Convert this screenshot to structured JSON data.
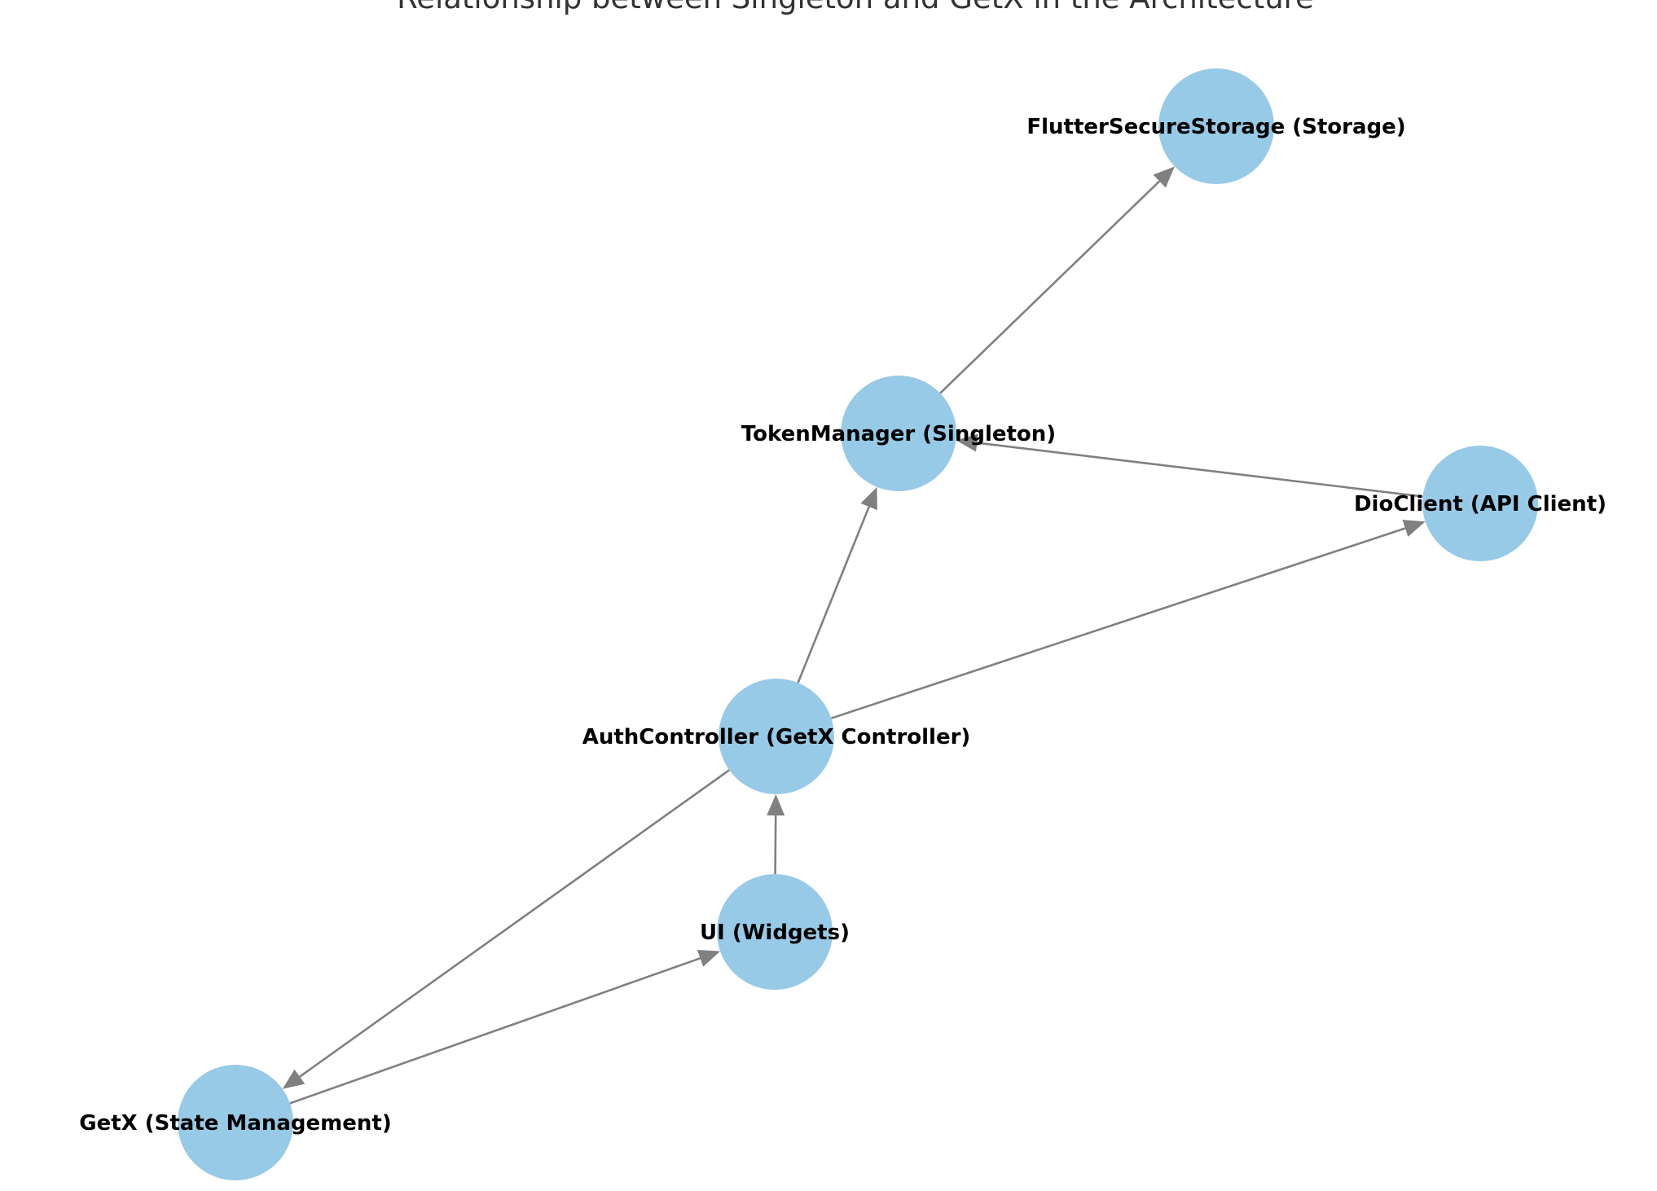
{
  "diagram": {
    "title": "Relationship between Singleton and GetX in the Architecture",
    "colors": {
      "node_fill": "#97cae6",
      "edge": "#808080",
      "label": "#000000",
      "title": "#333333"
    },
    "nodes": [
      {
        "id": "storage",
        "label": "FlutterSecureStorage (Storage)"
      },
      {
        "id": "token",
        "label": "TokenManager (Singleton)"
      },
      {
        "id": "dio",
        "label": "DioClient (API Client)"
      },
      {
        "id": "auth",
        "label": "AuthController (GetX Controller)"
      },
      {
        "id": "ui",
        "label": "UI (Widgets)"
      },
      {
        "id": "getx",
        "label": "GetX (State Management)"
      }
    ],
    "edges": [
      {
        "from": "token",
        "to": "storage"
      },
      {
        "from": "dio",
        "to": "token"
      },
      {
        "from": "auth",
        "to": "token"
      },
      {
        "from": "auth",
        "to": "dio"
      },
      {
        "from": "ui",
        "to": "auth"
      },
      {
        "from": "auth",
        "to": "getx"
      },
      {
        "from": "getx",
        "to": "ui"
      }
    ]
  }
}
